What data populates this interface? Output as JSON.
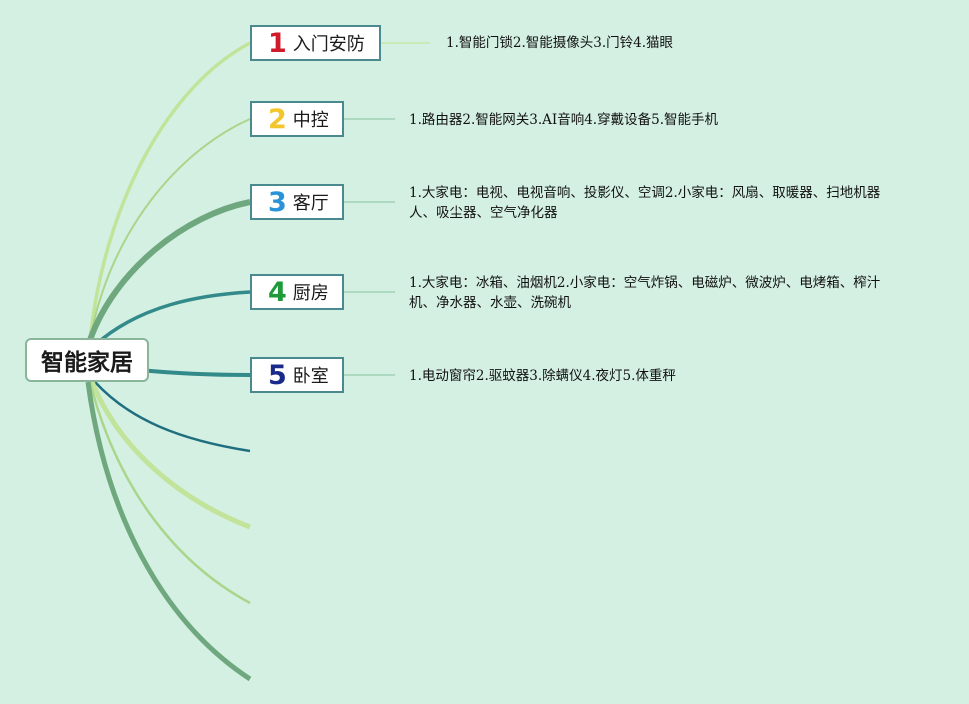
{
  "root": {
    "label": "智能家居"
  },
  "branches": [
    {
      "number": "1",
      "number_color": "#d11a2a",
      "label": "入门安防",
      "detail": "1.智能门锁2.智能摄像头3.门铃4.猫眼"
    },
    {
      "number": "2",
      "number_color": "#f2c72e",
      "label": "中控",
      "detail": "1.路由器2.智能网关3.AI音响4.穿戴设备5.智能手机"
    },
    {
      "number": "3",
      "number_color": "#2a92d6",
      "label": "客厅",
      "detail": "1.大家电：电视、电视音响、投影仪、空调2.小家电：风扇、取暖器、扫地机器人、吸尘器、空气净化器"
    },
    {
      "number": "4",
      "number_color": "#1f9a3a",
      "label": "厨房",
      "detail": "1.大家电：冰箱、油烟机2.小家电：空气炸锅、电磁炉、微波炉、电烤箱、榨汁机、净水器、水壶、洗碗机"
    },
    {
      "number": "5",
      "number_color": "#1a2a8a",
      "label": "卧室",
      "detail": "1.电动窗帘2.驱蚊器3.除螨仪4.夜灯5.体重秤"
    }
  ],
  "colors": {
    "background": "#d4f0e2",
    "branch_light_green": "#c2e39a",
    "branch_mid_green": "#a9d68a",
    "branch_dark_green": "#6fa87e",
    "branch_teal": "#338a8a",
    "branch_dark_teal": "#1f6f80",
    "detail_connector": "#9fd1b5"
  }
}
